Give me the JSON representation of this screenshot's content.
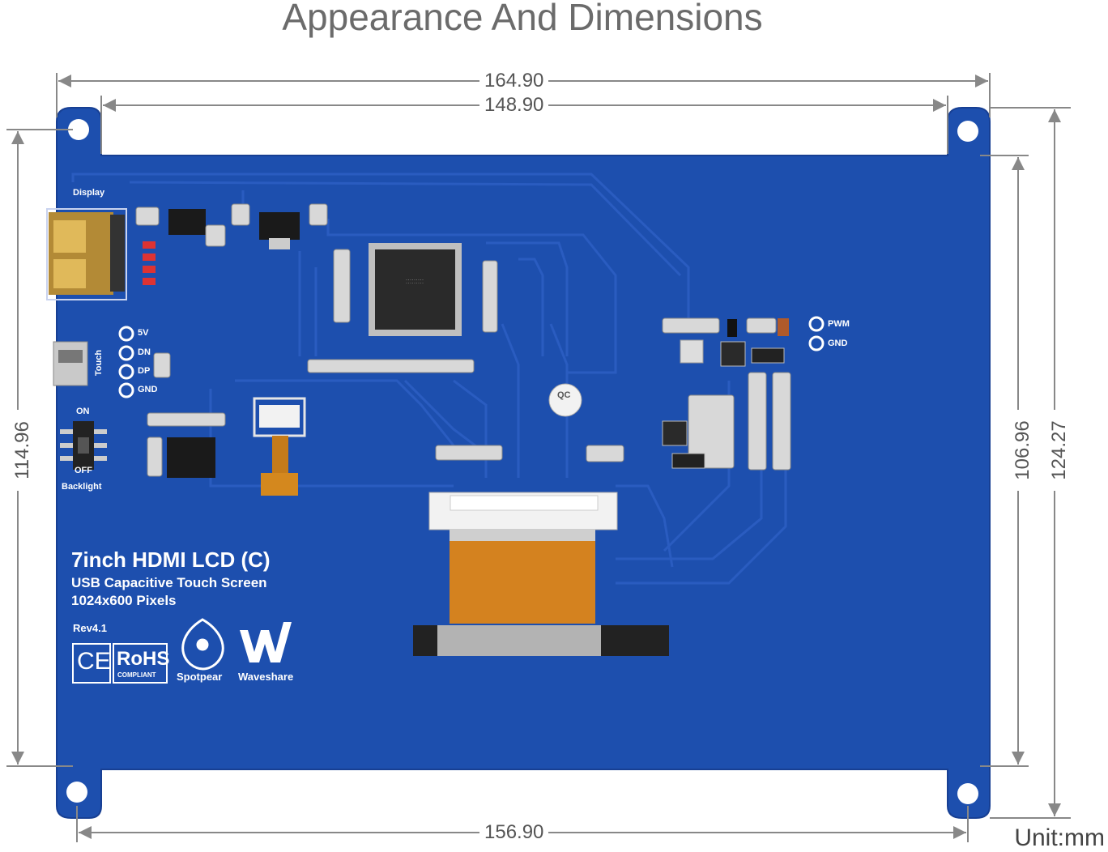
{
  "title": "Appearance And Dimensions",
  "dimensions": {
    "top_outer": "164.90",
    "top_inner": "148.90",
    "bottom": "156.90",
    "left": "114.96",
    "right_inner": "106.96",
    "right_outer": "124.27",
    "unit": "Unit:mm"
  },
  "board": {
    "product_name": "7inch HDMI LCD (C)",
    "subtitle": "USB Capacitive Touch Screen",
    "resolution": "1024x600 Pixels",
    "revision": "Rev4.1",
    "ce_mark": "CE",
    "rohs_mark": "RoHS",
    "rohs_sub": "COMPLIANT",
    "brand_1": "Spotpear",
    "brand_2": "Waveshare",
    "labels": {
      "display": "Display",
      "touch": "Touch",
      "on": "ON",
      "off": "OFF",
      "backlight": "Backlight",
      "pin_5v": "5V",
      "pin_dn": "DN",
      "pin_dp": "DP",
      "pin_gnd": "GND",
      "pwm": "PWM",
      "gnd2": "GND",
      "qc": "QC"
    }
  },
  "colors": {
    "board_blue": "#1d4fae",
    "board_edge": "#173f93",
    "dim_line": "#888888"
  }
}
